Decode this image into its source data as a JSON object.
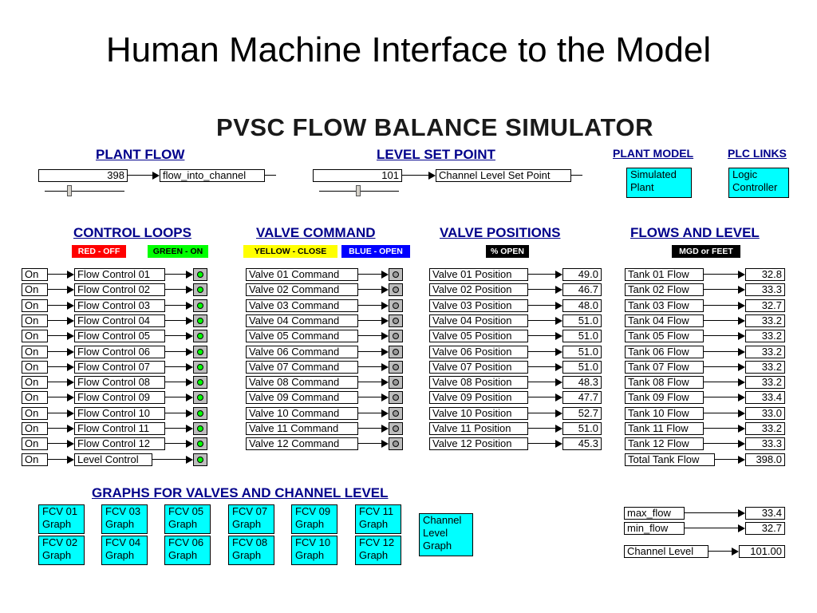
{
  "slide": {
    "title": "Human Machine Interface to the Model"
  },
  "simulator": {
    "title": "PVSC  FLOW BALANCE SIMULATOR"
  },
  "sections": {
    "plant_flow": "PLANT FLOW",
    "level_set_point": "LEVEL SET POINT",
    "plant_model": "PLANT MODEL",
    "plc_links": "PLC LINKS",
    "control_loops": "CONTROL LOOPS",
    "valve_command": "VALVE COMMAND",
    "valve_positions": "VALVE POSITIONS",
    "flows_and_level": "FLOWS AND LEVEL",
    "graphs": "GRAPHS FOR VALVES AND CHANNEL LEVEL"
  },
  "plant_flow": {
    "value": "398",
    "tag": "flow_into_channel"
  },
  "level_set_point": {
    "value": "101",
    "tag": "Channel Level Set Point"
  },
  "plant_model": {
    "line1": "Simulated",
    "line2": "Plant"
  },
  "plc_links": {
    "line1": "Logic",
    "line2": "Controller"
  },
  "legends": {
    "red_off": "RED - OFF",
    "green_on": "GREEN - ON",
    "yellow_close": "YELLOW - CLOSE",
    "blue_open": "BLUE - OPEN",
    "pct_open": "% OPEN",
    "mgd_feet": "MGD or FEET"
  },
  "colors": {
    "section_heading": "#00008b",
    "red": "#ff0000",
    "green": "#00ff00",
    "yellow": "#ffff00",
    "blue": "#0000ff",
    "cyan": "#00ffff",
    "lamp_on": "#00ff00",
    "lamp_off": "#9a9a9a"
  },
  "control_loops": [
    {
      "state": "On",
      "name": "Flow Control 01"
    },
    {
      "state": "On",
      "name": "Flow Control 02"
    },
    {
      "state": "On",
      "name": "Flow Control 03"
    },
    {
      "state": "On",
      "name": "Flow Control 04"
    },
    {
      "state": "On",
      "name": "Flow Control 05"
    },
    {
      "state": "On",
      "name": "Flow Control 06"
    },
    {
      "state": "On",
      "name": "Flow Control 07"
    },
    {
      "state": "On",
      "name": "Flow Control 08"
    },
    {
      "state": "On",
      "name": "Flow Control 09"
    },
    {
      "state": "On",
      "name": "Flow Control 10"
    },
    {
      "state": "On",
      "name": "Flow Control 11"
    },
    {
      "state": "On",
      "name": "Flow Control 12"
    },
    {
      "state": "On",
      "name": "Level Control"
    }
  ],
  "valve_commands": [
    "Valve 01 Command",
    "Valve 02 Command",
    "Valve 03 Command",
    "Valve 04 Command",
    "Valve 05 Command",
    "Valve 06 Command",
    "Valve 07 Command",
    "Valve 08 Command",
    "Valve 09 Command",
    "Valve 10 Command",
    "Valve 11 Command",
    "Valve 12 Command"
  ],
  "valve_positions": [
    {
      "name": "Valve 01 Position",
      "value": "49.0"
    },
    {
      "name": "Valve 02 Position",
      "value": "46.7"
    },
    {
      "name": "Valve 03 Position",
      "value": "48.0"
    },
    {
      "name": "Valve 04 Position",
      "value": "51.0"
    },
    {
      "name": "Valve 05 Position",
      "value": "51.0"
    },
    {
      "name": "Valve 06 Position",
      "value": "51.0"
    },
    {
      "name": "Valve 07 Position",
      "value": "51.0"
    },
    {
      "name": "Valve 08 Position",
      "value": "48.3"
    },
    {
      "name": "Valve 09 Position",
      "value": "47.7"
    },
    {
      "name": "Valve 10 Position",
      "value": "52.7"
    },
    {
      "name": "Valve 11 Position",
      "value": "51.0"
    },
    {
      "name": "Valve 12 Position",
      "value": "45.3"
    }
  ],
  "flows": [
    {
      "name": "Tank 01 Flow",
      "value": "32.8"
    },
    {
      "name": "Tank 02 Flow",
      "value": "33.3"
    },
    {
      "name": "Tank 03 Flow",
      "value": "32.7"
    },
    {
      "name": "Tank 04 Flow",
      "value": "33.2"
    },
    {
      "name": "Tank 05 Flow",
      "value": "33.2"
    },
    {
      "name": "Tank 06 Flow",
      "value": "33.2"
    },
    {
      "name": "Tank 07 Flow",
      "value": "33.2"
    },
    {
      "name": "Tank 08 Flow",
      "value": "33.2"
    },
    {
      "name": "Tank 09 Flow",
      "value": "33.4"
    },
    {
      "name": "Tank 10 Flow",
      "value": "33.0"
    },
    {
      "name": "Tank 11 Flow",
      "value": "33.2"
    },
    {
      "name": "Tank 12 Flow",
      "value": "33.3"
    },
    {
      "name": "Total Tank Flow",
      "value": "398.0"
    }
  ],
  "stats": [
    {
      "name": "max_flow",
      "value": "33.4"
    },
    {
      "name": "min_flow",
      "value": "32.7"
    }
  ],
  "channel_level": {
    "name": "Channel Level",
    "value": "101.00"
  },
  "graph_buttons": [
    {
      "line1": "FCV 01",
      "line2": "Graph"
    },
    {
      "line1": "FCV 03",
      "line2": "Graph"
    },
    {
      "line1": "FCV 05",
      "line2": "Graph"
    },
    {
      "line1": "FCV 07",
      "line2": "Graph"
    },
    {
      "line1": "FCV 09",
      "line2": "Graph"
    },
    {
      "line1": "FCV 11",
      "line2": "Graph"
    },
    {
      "line1": "FCV 02",
      "line2": "Graph"
    },
    {
      "line1": "FCV 04",
      "line2": "Graph"
    },
    {
      "line1": "FCV 06",
      "line2": "Graph"
    },
    {
      "line1": "FCV 08",
      "line2": "Graph"
    },
    {
      "line1": "FCV 10",
      "line2": "Graph"
    },
    {
      "line1": "FCV 12",
      "line2": "Graph"
    }
  ],
  "channel_graph": {
    "line1": "Channel",
    "line2": "Level",
    "line3": "Graph"
  }
}
